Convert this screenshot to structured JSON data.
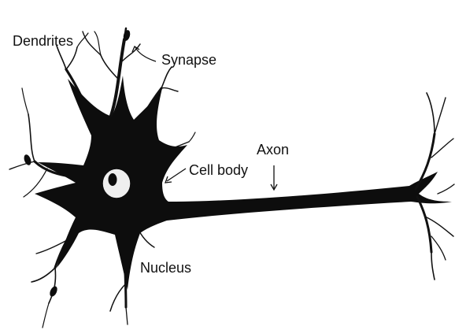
{
  "labels": {
    "dendrites": "Dendrites",
    "synapse": "Synapse",
    "axon": "Axon",
    "cell_body": "Cell body",
    "nucleus": "Nucleus"
  },
  "colors": {
    "ink": "#0d0d0d",
    "background": "#ffffff",
    "nucleus_fill": "#efefef"
  }
}
